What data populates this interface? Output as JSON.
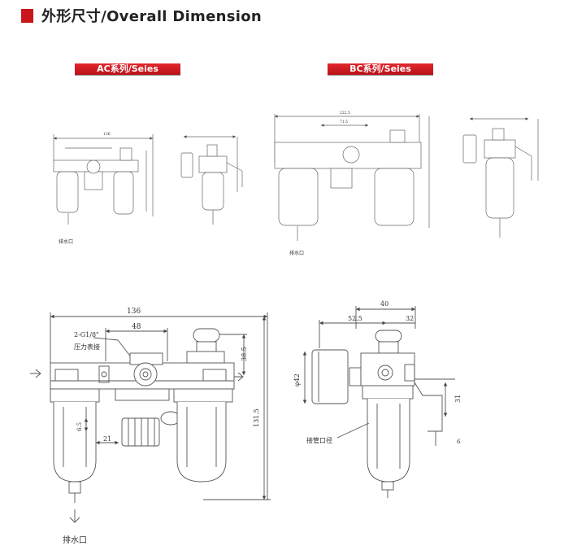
{
  "header": {
    "title": "外形尺寸/Overall Dimension",
    "accent_color": "#c8161d"
  },
  "series_labels": {
    "ac": "AC系列/Seies",
    "bc": "BC系列/Seies"
  },
  "detail_left": {
    "dim_overall_width": "136",
    "dim_inner_width": "48",
    "thread_label": "2-G1/8\"",
    "gauge_label": "压力表接",
    "dim_right_top": "38.5",
    "dim_height": "131.5",
    "dim_small_left": "6.5",
    "dim_small_bottom": "21",
    "drain_label": "排水口"
  },
  "detail_right": {
    "dim_top": "40",
    "dim_gauge_offset": "52.5",
    "dim_bracket": "32",
    "dim_gauge_dia": "φ42",
    "dim_bracket_h": "31",
    "dim_bracket_t": "6",
    "pipe_label": "接管口径"
  },
  "thumb_ac": {
    "dim_width": "136",
    "drain_label": "排水口"
  },
  "thumb_bc": {
    "dim_width": "222.5",
    "dim_inner": "71.5",
    "drain_label": "排水口"
  }
}
